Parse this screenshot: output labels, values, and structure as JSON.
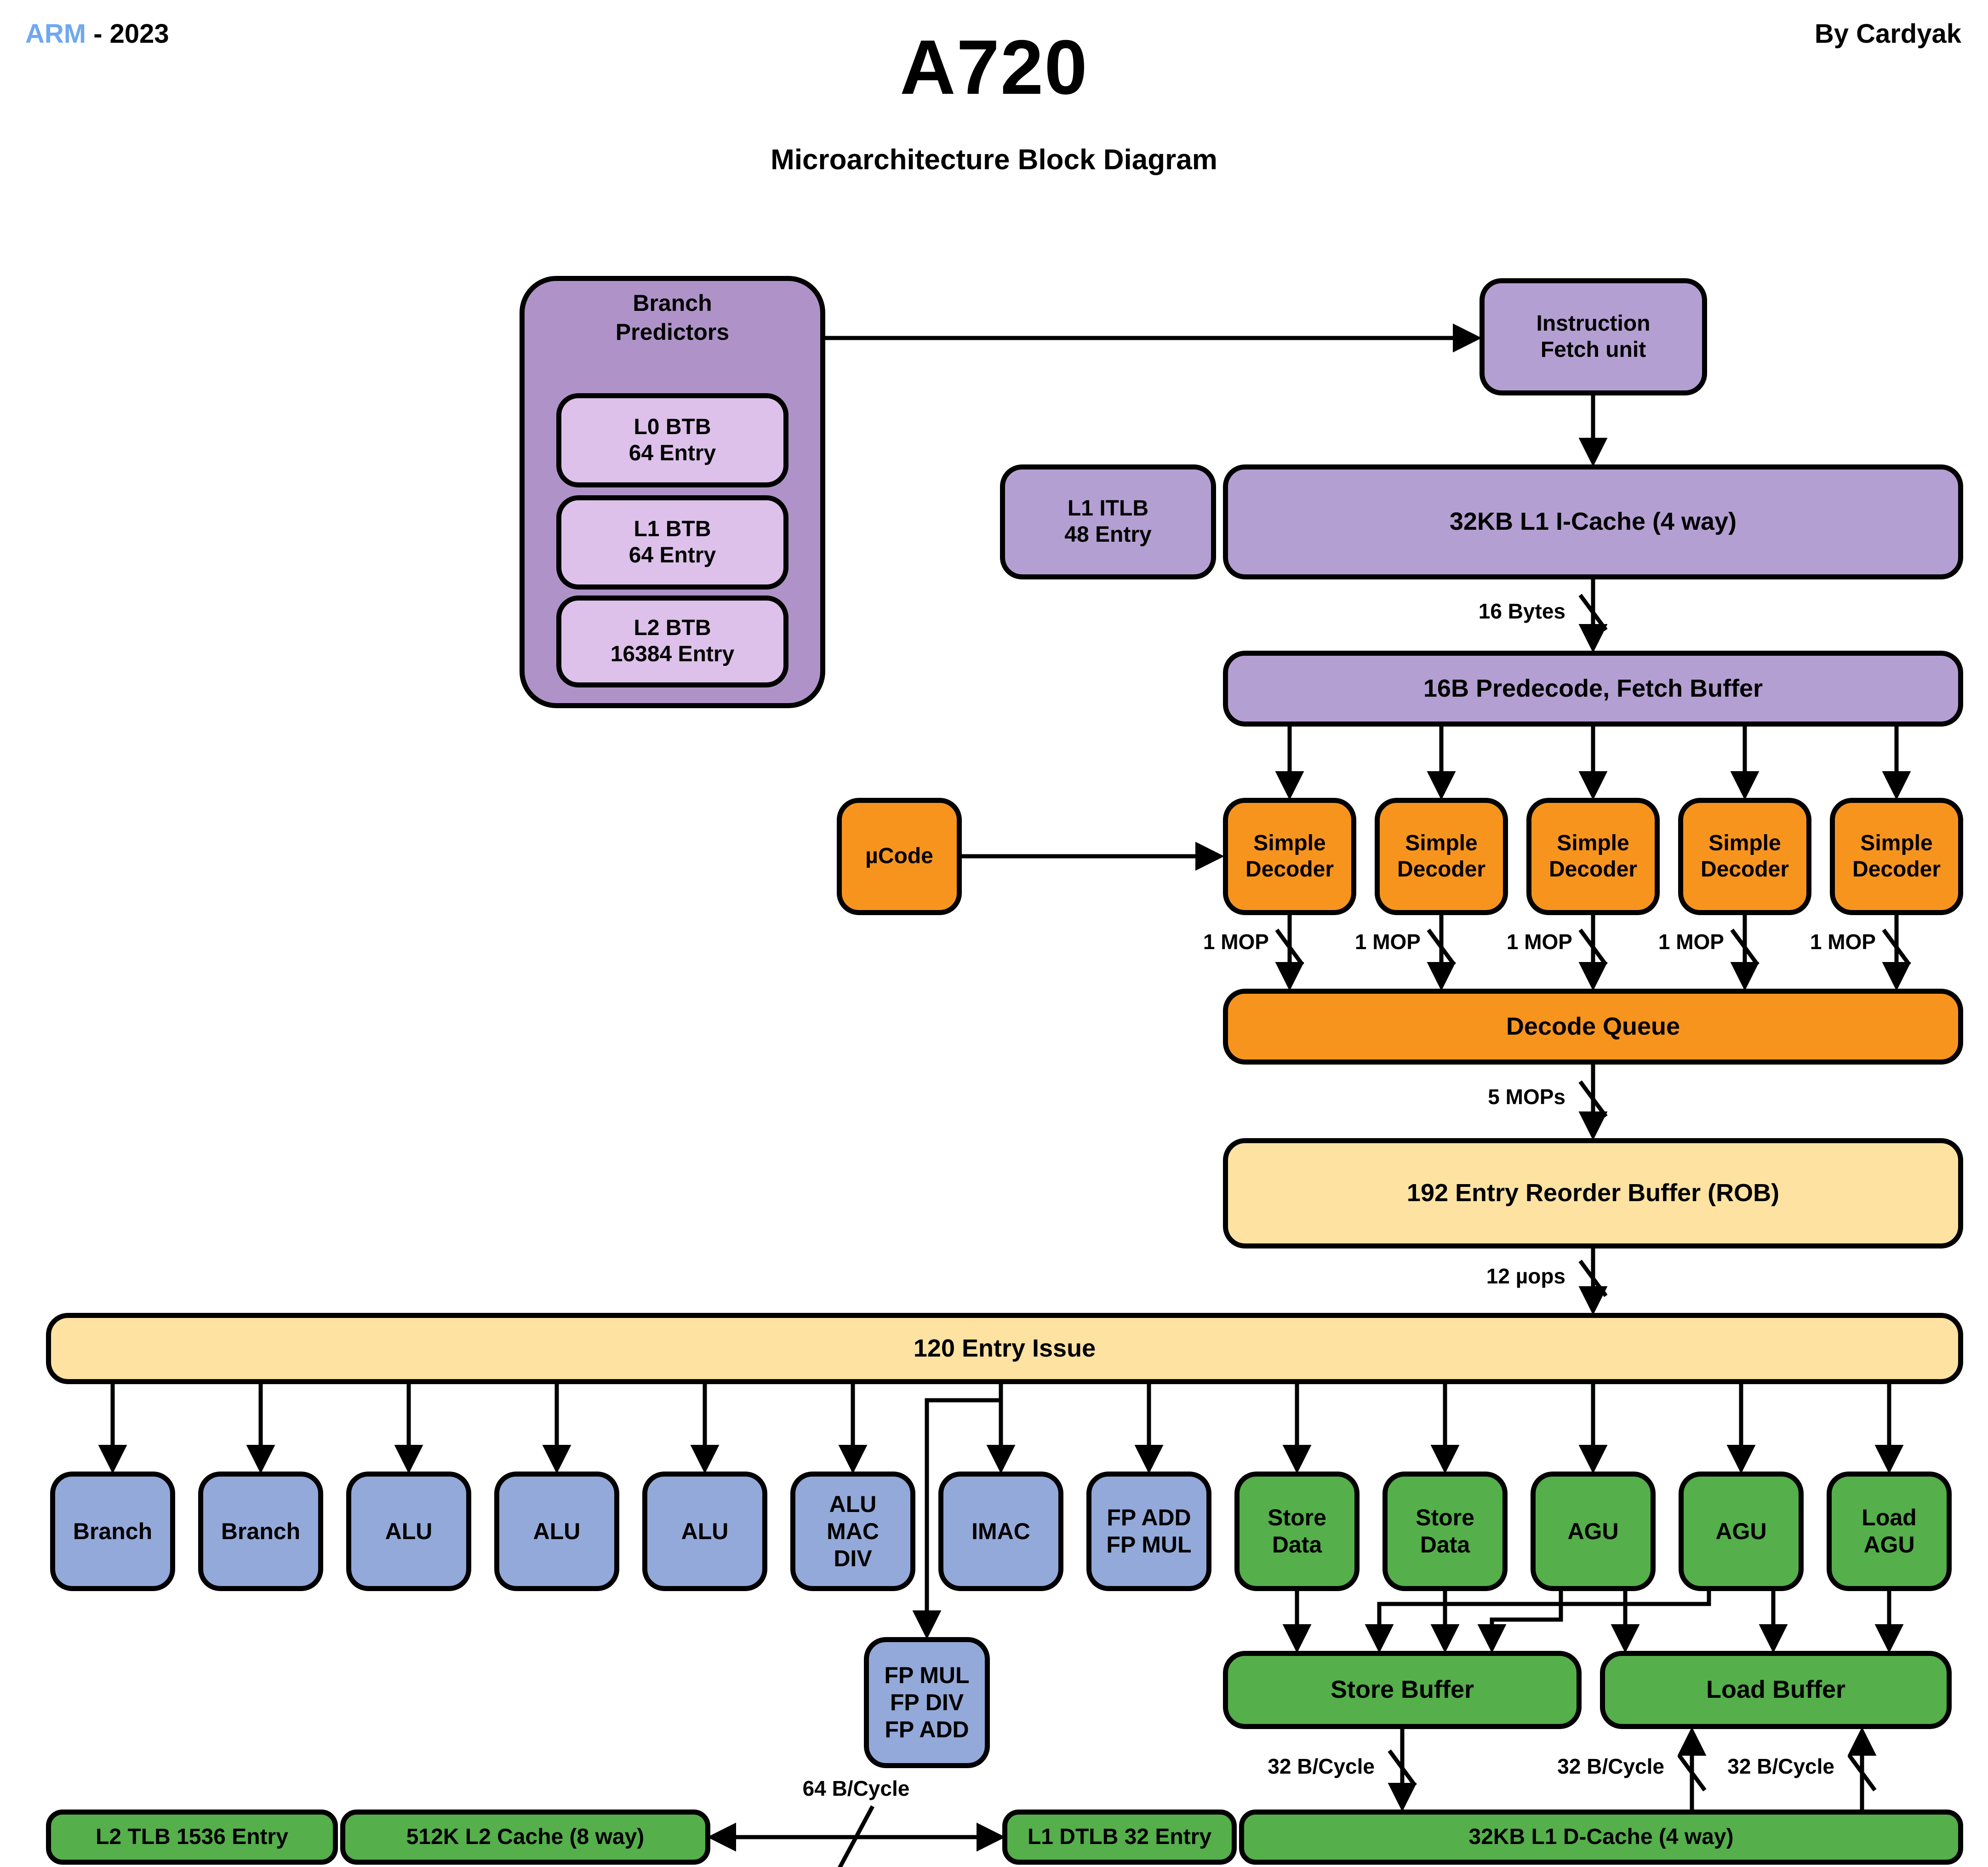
{
  "header": {
    "brand": "ARM",
    "year": "- 2023",
    "title": "A720",
    "subtitle": "Microarchitecture Block Diagram",
    "credit": "By Cardyak"
  },
  "branch_predictors": {
    "title": "Branch\nPredictors",
    "btbs": [
      {
        "label": "L0 BTB\n64 Entry"
      },
      {
        "label": "L1 BTB\n64 Entry"
      },
      {
        "label": "L2 BTB\n16384 Entry"
      }
    ]
  },
  "fetch": {
    "fetch_unit": "Instruction\nFetch unit",
    "itlb": "L1 ITLB\n48 Entry",
    "icache": "32KB L1 I-Cache (4 way)",
    "predecode": "16B Predecode, Fetch Buffer"
  },
  "decode": {
    "ucode": "µCode",
    "decoders": [
      {
        "label": "Simple\nDecoder"
      },
      {
        "label": "Simple\nDecoder"
      },
      {
        "label": "Simple\nDecoder"
      },
      {
        "label": "Simple\nDecoder"
      },
      {
        "label": "Simple\nDecoder"
      }
    ],
    "decode_queue": "Decode Queue"
  },
  "backend": {
    "rob": "192 Entry Reorder Buffer (ROB)",
    "issue": "120 Entry Issue"
  },
  "exec_units": [
    {
      "label": "Branch",
      "type": "branch"
    },
    {
      "label": "Branch",
      "type": "branch"
    },
    {
      "label": "ALU",
      "type": "integer"
    },
    {
      "label": "ALU",
      "type": "integer"
    },
    {
      "label": "ALU",
      "type": "integer"
    },
    {
      "label": "ALU\nMAC\nDIV",
      "type": "integer"
    },
    {
      "label": "IMAC",
      "type": "integer"
    },
    {
      "label": "FP ADD\nFP MUL",
      "type": "fp"
    },
    {
      "label": "Store\nData",
      "type": "memory"
    },
    {
      "label": "Store\nData",
      "type": "memory"
    },
    {
      "label": "AGU",
      "type": "memory"
    },
    {
      "label": "AGU",
      "type": "memory"
    },
    {
      "label": "Load\nAGU",
      "type": "memory"
    }
  ],
  "fp_unit": {
    "label": "FP MUL\nFP DIV\nFP ADD"
  },
  "memory": {
    "store_buffer": "Store Buffer",
    "load_buffer": "Load Buffer",
    "l2_tlb": "L2 TLB 1536 Entry",
    "l2_cache": "512K L2 Cache (8 way)",
    "l1_dtlb": "L1 DTLB 32 Entry",
    "l1_dcache": "32KB L1 D-Cache (4 way)"
  },
  "bus_labels": {
    "fetch_width": "16 Bytes",
    "decoder_width": "1 MOP",
    "rob_width": "5 MOPs",
    "issue_width": "12 µops",
    "mem_width": "32 B/Cycle",
    "l2_width": "64 B/Cycle"
  },
  "colors": {
    "predictor_purple": "#af93c8",
    "predictor_inner_purple": "#ddc1ea",
    "front_end_purple": "#b49fd2",
    "decode_orange": "#f7941e",
    "queue_yellow": "#fde2a2",
    "int_fp_blue": "#93a9d9",
    "memory_green": "#55af4b",
    "brand_blue": "#6fa8f0",
    "outline": "#000000",
    "background": "#ffffff"
  }
}
